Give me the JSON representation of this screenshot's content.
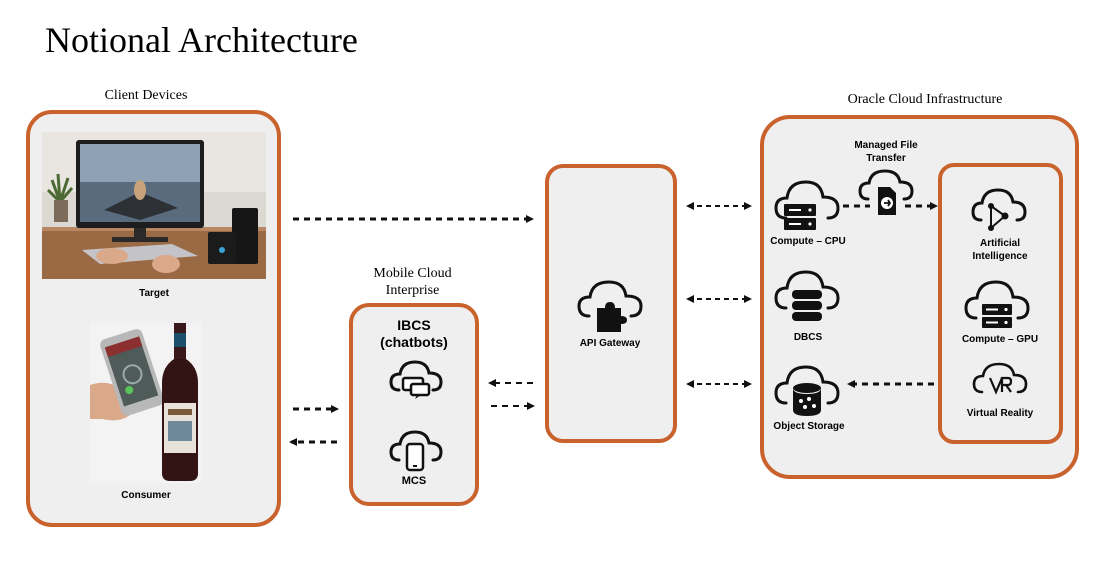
{
  "title": "Notional Architecture",
  "groups": {
    "client_devices": "Client Devices",
    "mobile_cloud": "Mobile Cloud\nInterprise",
    "oracle_cloud": "Oracle Cloud Infrastructure"
  },
  "client": {
    "target_label": "Target",
    "consumer_label": "Consumer"
  },
  "mobile": {
    "ibcs_label": "IBCS\n(chatbots)",
    "mcs_label": "MCS"
  },
  "gateway": {
    "label": "API Gateway"
  },
  "oci": {
    "managed_file_label": "Managed File\nTransfer",
    "compute_cpu_label": "Compute – CPU",
    "dbcs_label": "DBCS",
    "object_storage_label": "Object Storage"
  },
  "ai_group": {
    "ai_label": "Artificial\nIntelligence",
    "compute_gpu_label": "Compute – GPU",
    "vr_label": "Virtual Reality"
  },
  "colors": {
    "accent": "#c9622d",
    "box_fill": "#efefef"
  }
}
